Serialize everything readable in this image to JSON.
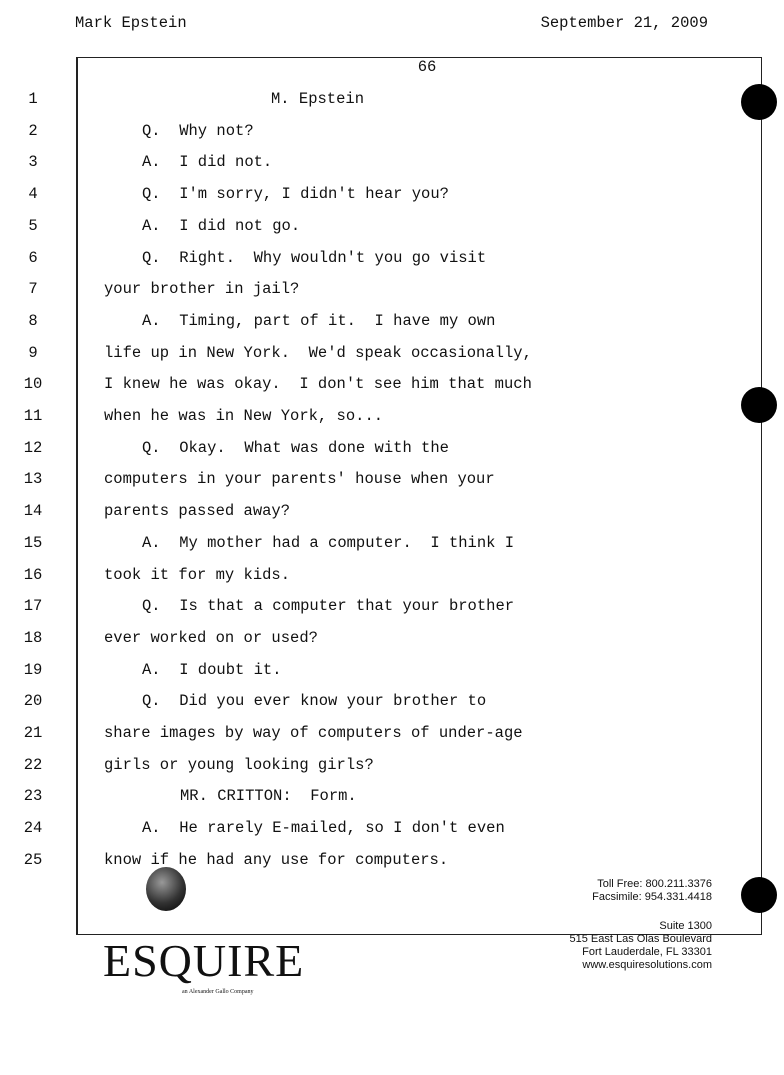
{
  "header": {
    "witness": "Mark Epstein",
    "date": "September 21, 2009"
  },
  "page_number": "66",
  "lines": [
    {
      "n": "1",
      "text": "M. Epstein",
      "indent": "center"
    },
    {
      "n": "2",
      "text": "Q.  Why not?",
      "indent": "q"
    },
    {
      "n": "3",
      "text": "A.  I did not.",
      "indent": "q"
    },
    {
      "n": "4",
      "text": "Q.  I'm sorry, I didn't hear you?",
      "indent": "q"
    },
    {
      "n": "5",
      "text": "A.  I did not go.",
      "indent": "q"
    },
    {
      "n": "6",
      "text": "Q.  Right.  Why wouldn't you go visit",
      "indent": "q"
    },
    {
      "n": "7",
      "text": "your brother in jail?",
      "indent": "none"
    },
    {
      "n": "8",
      "text": "A.  Timing, part of it.  I have my own",
      "indent": "q"
    },
    {
      "n": "9",
      "text": "life up in New York.  We'd speak occasionally,",
      "indent": "none"
    },
    {
      "n": "10",
      "text": "I knew he was okay.  I don't see him that much",
      "indent": "none"
    },
    {
      "n": "11",
      "text": "when he was in New York, so...",
      "indent": "none"
    },
    {
      "n": "12",
      "text": "Q.  Okay.  What was done with the",
      "indent": "q"
    },
    {
      "n": "13",
      "text": "computers in your parents' house when your",
      "indent": "none"
    },
    {
      "n": "14",
      "text": "parents passed away?",
      "indent": "none"
    },
    {
      "n": "15",
      "text": "A.  My mother had a computer.  I think I",
      "indent": "q"
    },
    {
      "n": "16",
      "text": "took it for my kids.",
      "indent": "none"
    },
    {
      "n": "17",
      "text": "Q.  Is that a computer that your brother",
      "indent": "q"
    },
    {
      "n": "18",
      "text": "ever worked on or used?",
      "indent": "none"
    },
    {
      "n": "19",
      "text": "A.  I doubt it.",
      "indent": "q"
    },
    {
      "n": "20",
      "text": "Q.  Did you ever know your brother to",
      "indent": "q"
    },
    {
      "n": "21",
      "text": "share images by way of computers of under-age",
      "indent": "none"
    },
    {
      "n": "22",
      "text": "girls or young looking girls?",
      "indent": "none"
    },
    {
      "n": "23",
      "text": "MR. CRITTON:  Form.",
      "indent": "mr"
    },
    {
      "n": "24",
      "text": "A.  He rarely E-mailed, so I don't even",
      "indent": "q"
    },
    {
      "n": "25",
      "text": "know if he had any use for computers.",
      "indent": "none"
    }
  ],
  "footer": {
    "logo_text": "ESQUIRE",
    "logo_subtext": "an Alexander Gallo Company",
    "toll_free": "Toll Free: 800.211.3376",
    "facsimile": "Facsimile: 954.331.4418",
    "suite": "Suite 1300",
    "street": "515 East Las Olas Boulevard",
    "city": "Fort Lauderdale, FL 33301",
    "website": "www.esquiresolutions.com"
  }
}
